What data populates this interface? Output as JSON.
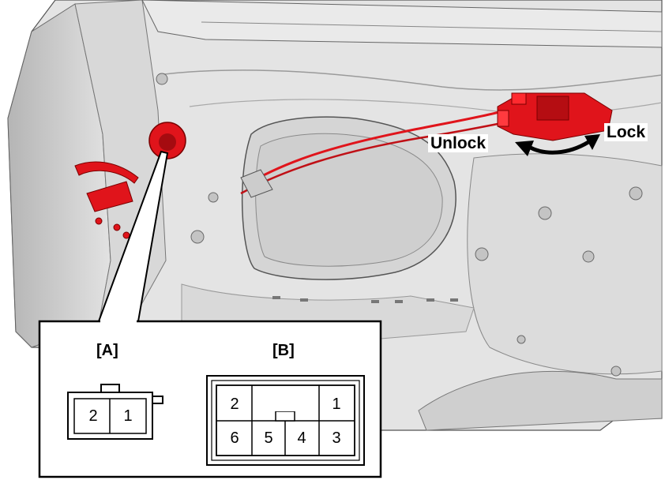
{
  "labels": {
    "unlock": "Unlock",
    "lock": "Lock"
  },
  "connector_a": {
    "title": "[A]",
    "pins": [
      "2",
      "1"
    ]
  },
  "connector_b": {
    "title": "[B]",
    "top_pins": [
      "2",
      "1"
    ],
    "bottom_pins": [
      "6",
      "5",
      "4",
      "3"
    ]
  },
  "colors": {
    "highlight": "#e0141b",
    "panel": "#e6e6e6",
    "panel_shade": "#c9c9c9",
    "outline": "#000000"
  }
}
